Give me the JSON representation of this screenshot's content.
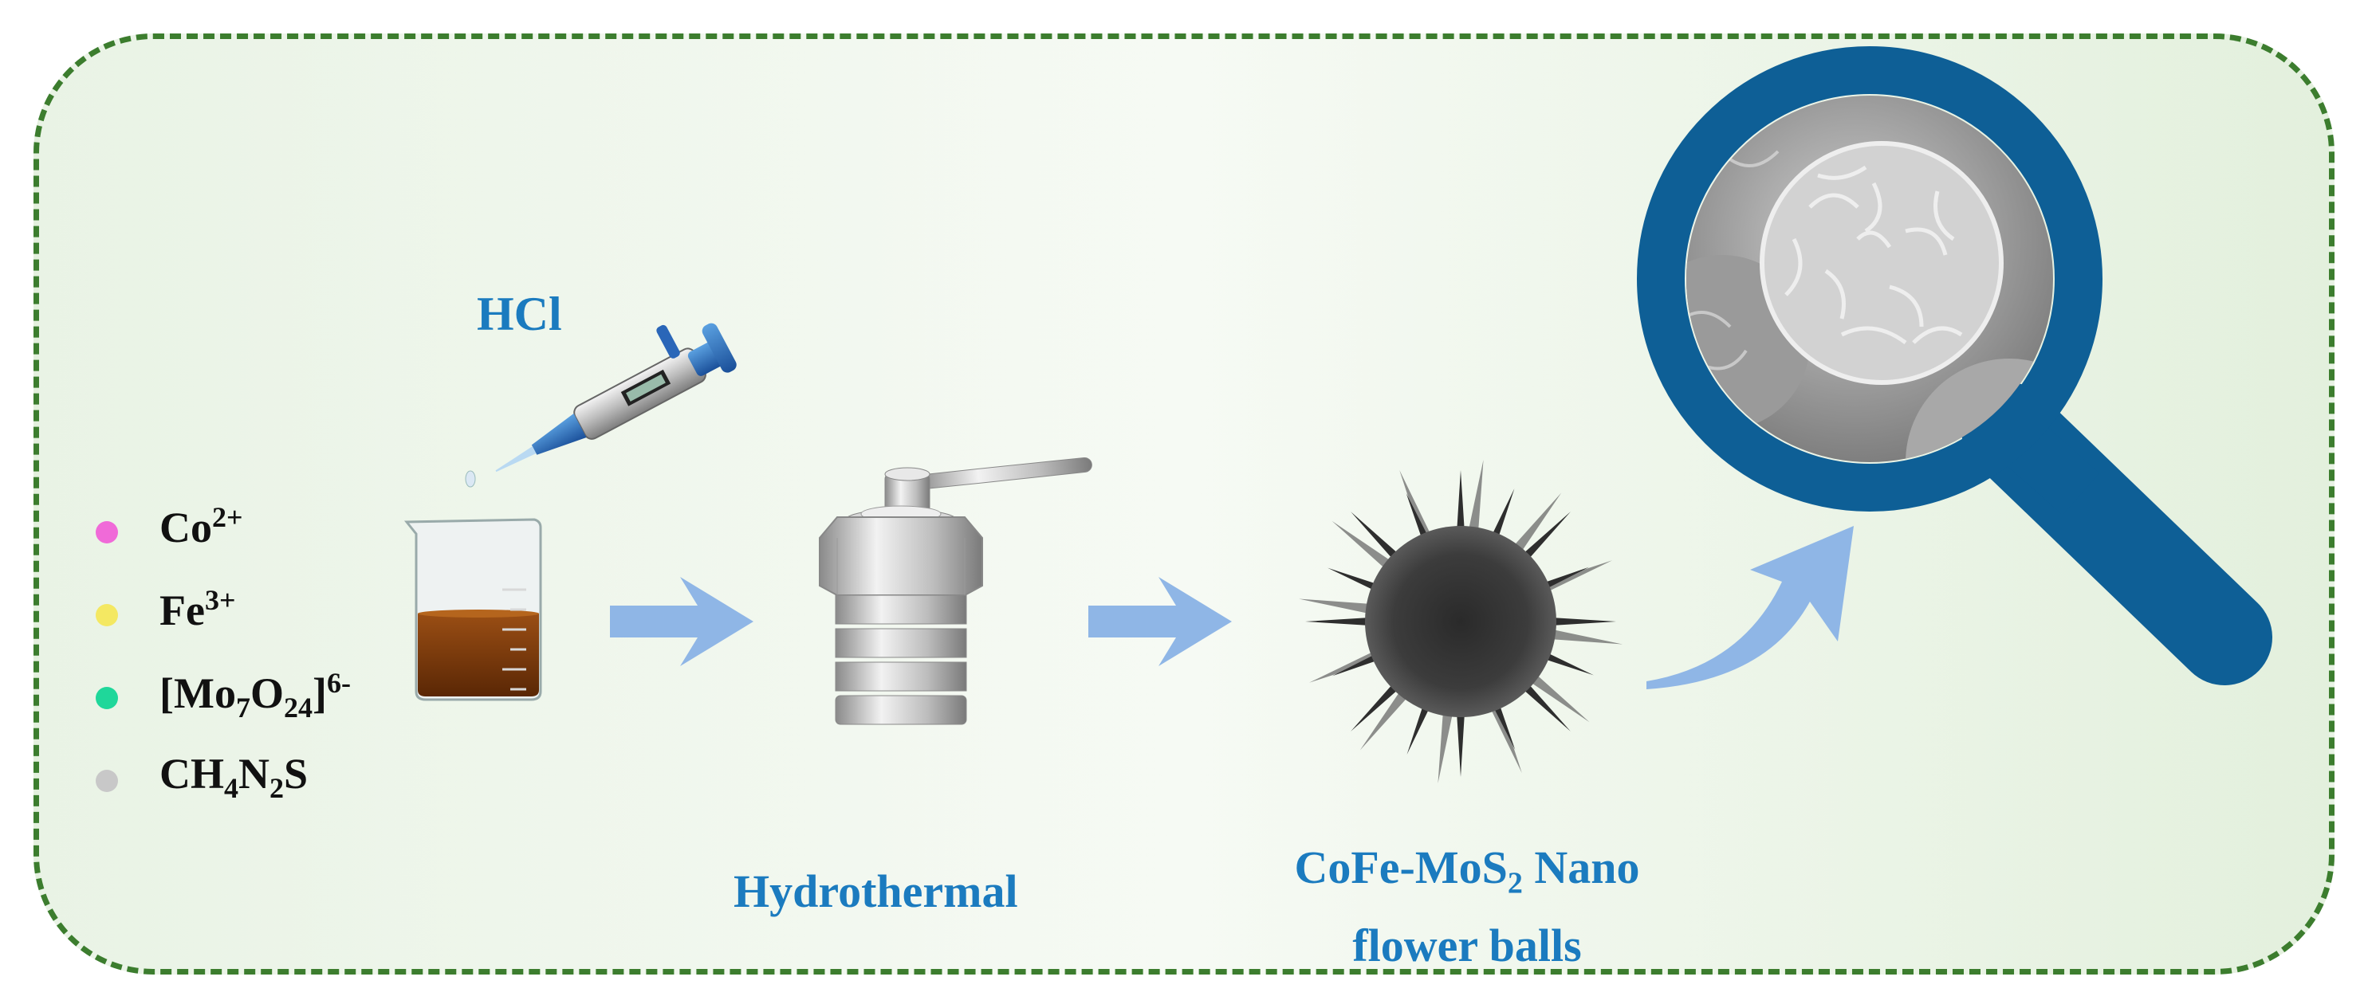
{
  "legend": [
    {
      "color": "#f06ad8",
      "text": "Co",
      "sup": "2+",
      "dot_icon": "pink-dot-icon"
    },
    {
      "color": "#f4e862",
      "text": "Fe",
      "sup": "3+",
      "dot_icon": "yellow-dot-icon"
    },
    {
      "color": "#1fd79a",
      "text_a": "[Mo",
      "sub_a": "7",
      "text_b": "O",
      "sub_b": "24",
      "text_c": "]",
      "sup": "6-",
      "dot_icon": "green-dot-icon"
    },
    {
      "color": "#c8c8c8",
      "text_a": "CH",
      "sub_a": "4",
      "text_b": "N",
      "sub_b": "2",
      "text_c": "S",
      "dot_icon": "gray-dot-icon"
    }
  ],
  "labels": {
    "hcl": "HCl",
    "hydrothermal": "Hydrothermal",
    "product_line1_a": "CoFe-MoS",
    "product_line1_sub": "2",
    "product_line1_b": " Nano",
    "product_line2": "flower balls"
  },
  "colors": {
    "border": "#3c7d2e",
    "label_blue": "#1b7bbf",
    "arrow": "#8fb6e6",
    "magnifier": "#0e5f96",
    "solution": "#7a3a0c"
  },
  "icons": [
    "pipette-icon",
    "beaker-icon",
    "autoclave-icon",
    "nanoflower-icon",
    "magnifier-icon",
    "sem-image-icon",
    "arrow-right-icon",
    "curved-arrow-icon"
  ]
}
